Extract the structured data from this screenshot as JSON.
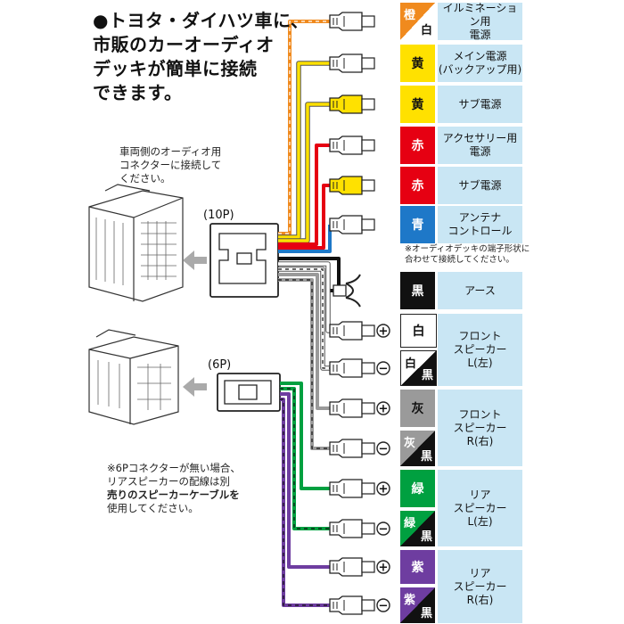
{
  "intro": {
    "line1": "●トヨタ・ダイハツ車に、",
    "line2": "市販のカーオーディオ",
    "line3": "デッキが簡単に接続",
    "line4": "できます。"
  },
  "notes": {
    "car_side": [
      "車両側のオーディオ用",
      "コネクターに接続して",
      "ください。"
    ],
    "six_pin": [
      "※6Pコネクターが無い場合、",
      "リアスピーカーの配線は別",
      "売りのスピーカーケーブルを",
      "使用してください。"
    ],
    "plug_shape": [
      "※オーディオデッキの端子形状に",
      "合わせて接続してください。"
    ]
  },
  "connectors": {
    "p10": "(10P)",
    "p6": "(6P)"
  },
  "symbols": {
    "plus": "+",
    "minus": "−"
  },
  "wires": [
    {
      "name": "orange",
      "color": "#f08a1e",
      "chip": "橙",
      "chip2": "白",
      "stripe": "#ffffff",
      "label": [
        "イルミネーション用",
        "電源"
      ],
      "terminal": "male",
      "sign": ""
    },
    {
      "name": "yellow-main",
      "color": "#ffe100",
      "chip": "黄",
      "chip2": "",
      "stripe": "",
      "label": [
        "メイン電源",
        "(バックアップ用)"
      ],
      "terminal": "male",
      "sign": ""
    },
    {
      "name": "yellow-sub",
      "color": "#ffe100",
      "chip": "黄",
      "chip2": "",
      "stripe": "",
      "label": [
        "サブ電源"
      ],
      "terminal": "female",
      "sign": ""
    },
    {
      "name": "red-acc",
      "color": "#e60012",
      "chip": "赤",
      "chip2": "",
      "stripe": "",
      "label": [
        "アクセサリー用",
        "電源"
      ],
      "terminal": "male",
      "sign": ""
    },
    {
      "name": "red-sub",
      "color": "#e60012",
      "chip": "赤",
      "chip2": "",
      "stripe": "",
      "label": [
        "サブ電源"
      ],
      "terminal": "female",
      "sign": ""
    },
    {
      "name": "blue",
      "color": "#1e78c8",
      "chip": "青",
      "chip2": "",
      "stripe": "",
      "label": [
        "アンテナ",
        "コントロール"
      ],
      "terminal": "male",
      "sign": ""
    },
    {
      "name": "black",
      "color": "#111111",
      "chip": "黒",
      "chip2": "",
      "stripe": "",
      "label": [
        "アース"
      ],
      "terminal": "fork",
      "sign": ""
    },
    {
      "name": "white",
      "color": "#ffffff",
      "chip": "白",
      "chip2": "",
      "stripe": "",
      "label": [
        "フロント",
        "スピーカー",
        "L(左)"
      ],
      "terminal": "male",
      "sign": "+"
    },
    {
      "name": "white-black",
      "color": "#ffffff",
      "chip": "白",
      "chip2": "黒",
      "stripe": "#111111",
      "label": [],
      "terminal": "male",
      "sign": "-"
    },
    {
      "name": "gray",
      "color": "#9a9a9a",
      "chip": "灰",
      "chip2": "",
      "stripe": "",
      "label": [
        "フロント",
        "スピーカー",
        "R(右)"
      ],
      "terminal": "male",
      "sign": "+"
    },
    {
      "name": "gray-black",
      "color": "#9a9a9a",
      "chip": "灰",
      "chip2": "黒",
      "stripe": "#111111",
      "label": [],
      "terminal": "male",
      "sign": "-"
    },
    {
      "name": "green",
      "color": "#00a040",
      "chip": "緑",
      "chip2": "",
      "stripe": "",
      "label": [
        "リア",
        "スピーカー",
        "L(左)"
      ],
      "terminal": "male",
      "sign": "+"
    },
    {
      "name": "green-black",
      "color": "#00a040",
      "chip": "緑",
      "chip2": "黒",
      "stripe": "#111111",
      "label": [],
      "terminal": "male",
      "sign": "-"
    },
    {
      "name": "purple",
      "color": "#6e3da0",
      "chip": "紫",
      "chip2": "",
      "stripe": "",
      "label": [
        "リア",
        "スピーカー",
        "R(右)"
      ],
      "terminal": "male",
      "sign": "+"
    },
    {
      "name": "purple-black",
      "color": "#6e3da0",
      "chip": "紫",
      "chip2": "黒",
      "stripe": "#111111",
      "label": [],
      "terminal": "male",
      "sign": "-"
    }
  ]
}
